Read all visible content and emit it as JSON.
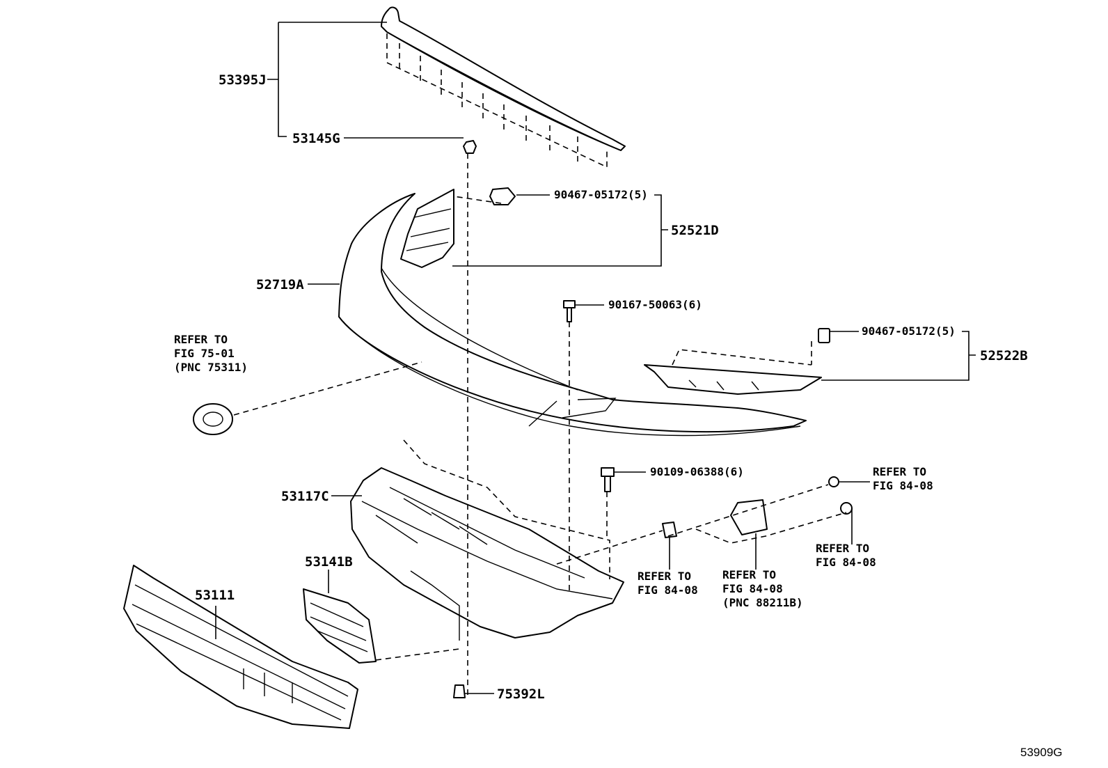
{
  "diagram": {
    "labels": {
      "p53395J": "53395J",
      "p53145G": "53145G",
      "p90467_a": "90467-05172(5)",
      "p52521D": "52521D",
      "p52719A": "52719A",
      "p90167": "90167-50063(6)",
      "p90467_b": "90467-05172(5)",
      "p52522B": "52522B",
      "p90109": "90109-06388(6)",
      "p53117C": "53117C",
      "p53141B": "53141B",
      "p53111": "53111",
      "p75392L": "75392L"
    },
    "references": {
      "emblem": {
        "line1": "REFER TO",
        "line2": "FIG 75-01",
        "line3": "(PNC 75311)"
      },
      "top_right": {
        "line1": "REFER TO",
        "line2": "FIG 84-08"
      },
      "mid_right": {
        "line1": "REFER TO",
        "line2": "FIG 84-08"
      },
      "bracket": {
        "line1": "REFER TO",
        "line2": "FIG 84-08"
      },
      "sensor": {
        "line1": "REFER TO",
        "line2": "FIG 84-08",
        "line3": "(PNC 88211B)"
      }
    },
    "figure_id": "53909G"
  }
}
